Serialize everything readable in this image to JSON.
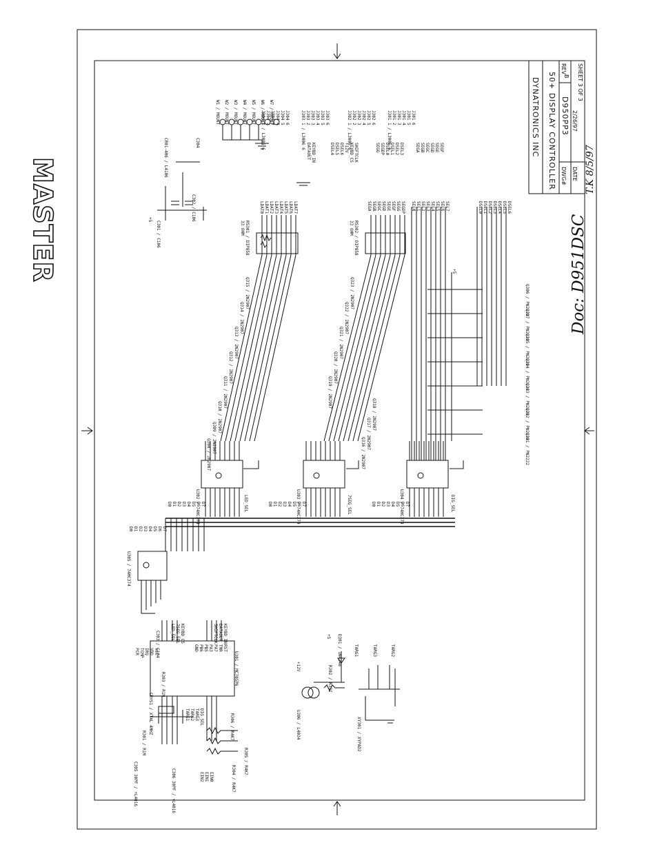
{
  "master_label": "MASTER",
  "doc_note": "Doc: D951DSC",
  "signoff": "T.K 8/5/97",
  "title_block": {
    "company": "DYNATRONICS INC",
    "title": "50+ DISPLAY CONTROLLER",
    "dwg_label": "DWG#",
    "dwg_no": "D950PP3",
    "rev_label": "REV",
    "rev": "B",
    "date_label": "DATE",
    "date": "2/26/97",
    "sheet": "SHEET 3 OF 3"
  },
  "mounts": [
    "W1 / MOUNT",
    "W2 / MOUNT",
    "W3 / MOUNT",
    "W4 / MOUNT",
    "W5 / MOUNT",
    "W6 / MOUNT",
    "W7 / MOUNT"
  ],
  "caps": {
    "c301": "C301 / C106",
    "c302": "C302 / C106",
    "c304": "C304",
    "cr01": "CR01-406 / L4106",
    "c303": "C303 / C104",
    "c305": "C305 30PF / +L4016",
    "c306": "C306 30PF / +L4016"
  },
  "rs301": {
    "name": "RS301 / DIP858",
    "value": "33 OHM"
  },
  "rs302": {
    "name": "RS302 / DIP858",
    "value": "33 OHM"
  },
  "ldat": [
    "LDAT7",
    "LDAT6",
    "LDAT5",
    "LDAT4",
    "LDAT3",
    "LDAT2",
    "LDAT1",
    "LDAT0"
  ],
  "seg": [
    "SEGDP",
    "SEGG",
    "SEGF",
    "SEGE",
    "SEGD",
    "SEGC",
    "SEGB",
    "SEGA"
  ],
  "sel": [
    "SEL7",
    "SEL6",
    "SEL5",
    "SEL4",
    "SEL3",
    "SEL2",
    "SEL1",
    "SEL0"
  ],
  "dsel": [
    "DSEL6",
    "DSEL5",
    "DSEL4",
    "DSEL3",
    "DSEL2",
    "DSEL1",
    "DSEL0"
  ],
  "connectors": {
    "j304": [
      "J304 6",
      "J304 5",
      "J304 4",
      "J304 3",
      "J304 2",
      "J304 1 / L3006 6"
    ],
    "j304_nets": [
      "KEYBD_IN",
      "DATAOUT"
    ],
    "j303": [
      "J303 6",
      "J303 5",
      "J303 4",
      "J303 3",
      "J303 2",
      "J303 1 / L3006 6"
    ],
    "j303_nets": [
      "SHIFTCLK",
      "KEYBD_CS",
      "+12V",
      "DSEL6",
      "DSEL5",
      "DSEL4"
    ],
    "j302": [
      "J302 6",
      "J302 5",
      "J302 4",
      "J302 3",
      "J302 2",
      "J302 1 / L3006 6"
    ],
    "j302_nets": [
      "DSEL3",
      "DSEL2",
      "DSEL1",
      "DSEL0",
      "SEGDP",
      "SEGG"
    ],
    "j301": [
      "J301 6",
      "J301 5",
      "J301 4",
      "J301 3",
      "J301 2",
      "J301 1 / L3006 6"
    ],
    "j301_nets": [
      "SEGF",
      "SEGE",
      "SEGD",
      "SEGC",
      "SEGB",
      "SEGA"
    ]
  },
  "transistors_a": [
    "Q315 / 2N2907",
    "Q314 / 2N2907",
    "Q313 / 2N2907",
    "Q312 / 2N2907",
    "Q311 / 2N2907",
    "Q310 / 2N2907",
    "Q309 / 2N2907",
    "Q308 / 2N2907"
  ],
  "transistors_b": [
    "Q323 / 2N2907",
    "Q322 / 2N2907",
    "Q321 / 2N2907",
    "Q320 / 2N2907",
    "Q319 / 2N2907",
    "Q318 / 2N2907",
    "Q317 / 2N2907",
    "Q316 / 2N2907"
  ],
  "transistors_c": [
    "Q306 / PN2222",
    "Q307 / PN2222",
    "Q305 / PN2222",
    "Q304 / PN2222",
    "Q303 / PN2222",
    "Q302 / PN2222",
    "Q301 / PN2222"
  ],
  "latches": {
    "u302": {
      "name": "U302 / 74HC374",
      "sel": "LED_SEL"
    },
    "u303": {
      "name": "U303 / 74HC374",
      "sel": "7SEG_SEL"
    },
    "u304": {
      "name": "U304 / 74HC374",
      "sel": "DIG_SEL"
    },
    "u305": {
      "name": "U305 / 74HC374"
    }
  },
  "data_bus": [
    "D7",
    "D6",
    "D5",
    "D4",
    "D3",
    "D2",
    "D1",
    "D0"
  ],
  "mcu": {
    "name": "U301 / MC705P6",
    "pins_left": [
      "VCC",
      "VDD",
      "IRQ",
      "TCMP",
      "PCR"
    ],
    "pins_right": [
      "RST",
      "TMR",
      "PA7",
      "PA3",
      "PB5",
      "PB6",
      "GND"
    ],
    "nets_top": [
      "KEYBD_CS",
      "7SEG_SEL",
      "LED_SEL"
    ],
    "nets_bottom": [
      "KEYBD_IN",
      "DATAOUT",
      "SHIFTCLK"
    ],
    "nets_left": [
      "DIG_SEL",
      "TARG3",
      "TARG2",
      "TARG1"
    ]
  },
  "crystal": "CRYS1 / XTAL 4MHZ",
  "resistors": [
    "R301 / R1M",
    "R303 / R1M",
    "R306 / R4K7",
    "R305 / R4K7",
    "R304 / R4K7",
    "R302 / R33I"
  ],
  "e_nets": [
    "EIN0",
    "EIN1",
    "EIN2"
  ],
  "regulator": {
    "name": "U306 / L4034",
    "vin": "+12V"
  },
  "diode": "D301 / 1N4148",
  "xtal2": "XY301 / XYPAD2",
  "targs": [
    "TARG1",
    "TARG3",
    "TARG2"
  ],
  "supply": "+5"
}
